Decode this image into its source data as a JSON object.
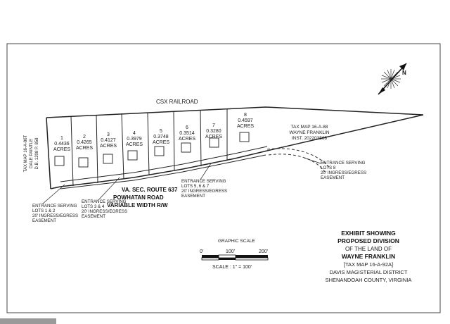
{
  "railroad_label": "CSX RAILROAD",
  "lots": [
    {
      "number": "1",
      "acres": "0.4436",
      "unit": "ACRES"
    },
    {
      "number": "2",
      "acres": "0.4265",
      "unit": "ACRES"
    },
    {
      "number": "3",
      "acres": "0.4127",
      "unit": "ACRES"
    },
    {
      "number": "4",
      "acres": "0.3979",
      "unit": "ACRES"
    },
    {
      "number": "5",
      "acres": "0.3748",
      "unit": "ACRES"
    },
    {
      "number": "6",
      "acres": "0.3514",
      "unit": "ACRES"
    },
    {
      "number": "7",
      "acres": "0.3280",
      "unit": "ACRES"
    },
    {
      "number": "8",
      "acres": "0.4597",
      "unit": "ACRES"
    }
  ],
  "left_parcel": {
    "line1": "TAX MAP 16-A-86T",
    "line2": "DALE PAINTLE",
    "line3": "D.B. 1208 P. 858"
  },
  "right_parcel": {
    "line1": "TAX MAP 16-A-88",
    "line2": "WAYNE FRANKLIN",
    "line3": "INST. 202203568"
  },
  "road": {
    "line1": "VA. SEC. ROUTE 637",
    "line2": "POWHATAN ROAD",
    "line3": "VARIABLE WIDTH R/W"
  },
  "easements": {
    "lots_1_2": {
      "line1": "ENTRANCE SERVING",
      "line2": "LOTS 1 & 2",
      "line3": "20' INGRESS/EGRESS",
      "line4": "EASEMENT"
    },
    "lots_3_4": {
      "line1": "ENTRANCE SERVING",
      "line2": "LOTS 3 & 4",
      "line3": "20' INGRESS/EGRESS",
      "line4": "EASEMENT"
    },
    "lots_5_6_7": {
      "line1": "ENTRANCE SERVING",
      "line2": "LOTS 5, 6 & 7",
      "line3": "20' INGRESS/EGRESS",
      "line4": "EASEMENT"
    },
    "lot_8": {
      "line1": "ENTRANCE SERVING",
      "line2": "LOTS 8",
      "line3": "20' INGRESS/EGRESS",
      "line4": "EASEMENT"
    }
  },
  "graphic_scale": {
    "title": "GRAPHIC SCALE",
    "tick0": "0'",
    "tick1": "100'",
    "tick2": "200'",
    "note": "SCALE : 1\" = 100'"
  },
  "title_block": {
    "line1": "EXHIBIT SHOWING",
    "line2": "PROPOSED DIVISION",
    "line3": "OF THE LAND OF",
    "line4": "WAYNE FRANKLIN",
    "line5": "[TAX MAP 16-A-92A]",
    "line6": "DAVIS MAGISTERIAL DISTRICT",
    "line7": "SHENANDOAH COUNTY, VIRGINIA"
  },
  "north_arrow_label": "N",
  "colors": {
    "ink": "#1a1a1a",
    "paper": "#ffffff"
  }
}
